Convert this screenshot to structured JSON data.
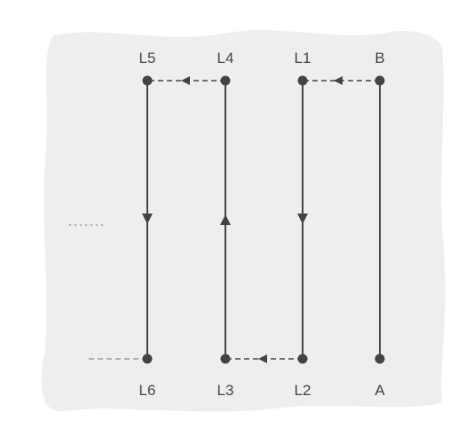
{
  "diagram": {
    "labels": {
      "l5": "L5",
      "l4": "L4",
      "l1": "L1",
      "b": "B",
      "l6": "L6",
      "l3": "L3",
      "l2": "L2",
      "a": "A"
    },
    "colors": {
      "background_blob": "#eeeeee",
      "stroke": "#444444",
      "dots": "#999999"
    }
  }
}
